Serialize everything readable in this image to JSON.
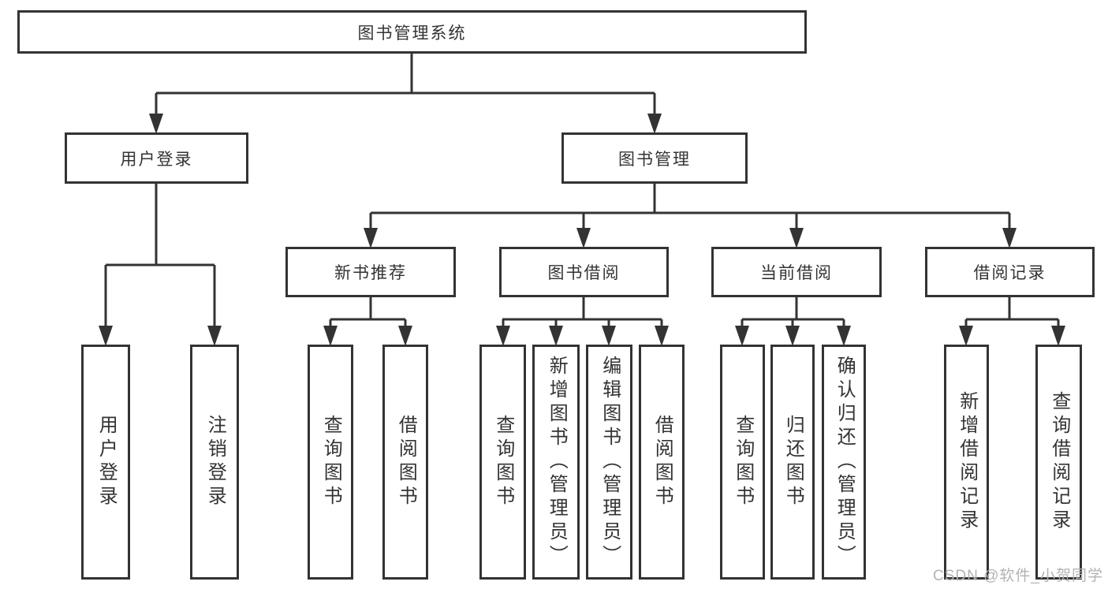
{
  "colors": {
    "line": "#333333",
    "box_border": "#333333",
    "background": "#ffffff",
    "watermark": "#b3b3b3"
  },
  "watermark": "CSDN @软件_小贺同学",
  "tree": {
    "root": {
      "label": "图书管理系统"
    },
    "user_login": {
      "label": "用户登录",
      "children": [
        {
          "label": "用户登录"
        },
        {
          "label": "注销登录"
        }
      ]
    },
    "book_mgmt": {
      "label": "图书管理",
      "sections": [
        {
          "label": "新书推荐",
          "children": [
            {
              "label": "查询图书"
            },
            {
              "label": "借阅图书"
            }
          ]
        },
        {
          "label": "图书借阅",
          "children": [
            {
              "label": "查询图书"
            },
            {
              "label": "新增图书（管理员）"
            },
            {
              "label": "编辑图书（管理员）"
            },
            {
              "label": "借阅图书"
            }
          ]
        },
        {
          "label": "当前借阅",
          "children": [
            {
              "label": "查询图书"
            },
            {
              "label": "归还图书"
            },
            {
              "label": "确认归还（管理员）"
            }
          ]
        },
        {
          "label": "借阅记录",
          "children": [
            {
              "label": "新增借阅记录"
            },
            {
              "label": "查询借阅记录"
            }
          ]
        }
      ]
    }
  }
}
